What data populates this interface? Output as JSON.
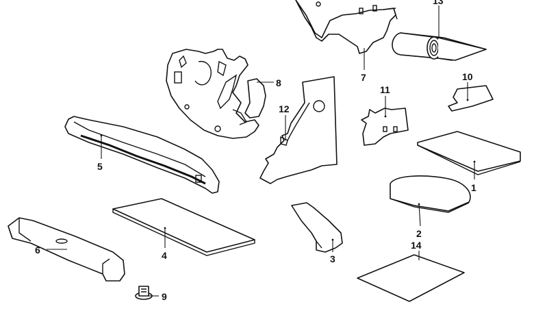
{
  "diagram": {
    "labels": [
      {
        "id": "p1",
        "text": "1"
      },
      {
        "id": "p2",
        "text": "2"
      },
      {
        "id": "p3",
        "text": "3"
      },
      {
        "id": "p4",
        "text": "4"
      },
      {
        "id": "p5",
        "text": "5"
      },
      {
        "id": "p6",
        "text": "6"
      },
      {
        "id": "p7",
        "text": "7"
      },
      {
        "id": "p8",
        "text": "8"
      },
      {
        "id": "p9",
        "text": "9"
      },
      {
        "id": "p10",
        "text": "10"
      },
      {
        "id": "p11",
        "text": "11"
      },
      {
        "id": "p12",
        "text": "12"
      },
      {
        "id": "p13",
        "text": "13"
      },
      {
        "id": "p14",
        "text": "14"
      }
    ]
  }
}
